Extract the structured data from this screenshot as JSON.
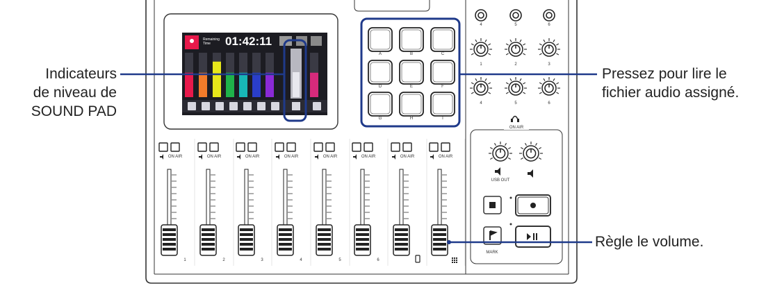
{
  "callouts": {
    "level_meters": [
      "Indicateurs",
      "de niveau de",
      "SOUND PAD"
    ],
    "pads": [
      "Pressez pour lire le",
      "fichier audio assigné."
    ],
    "volume": "Règle le volume."
  },
  "screen": {
    "remaining_label": [
      "Remaining",
      "Time"
    ],
    "time": "01:42:11"
  },
  "pads": [
    "A",
    "B",
    "C",
    "D",
    "E",
    "F",
    "G",
    "H",
    "I"
  ],
  "channel_labels": {
    "on_air": "ON AIR"
  },
  "channel_numbers": [
    "1",
    "2",
    "3",
    "4",
    "5",
    "6"
  ],
  "knobs": {
    "top_row": [
      "4",
      "5",
      "6"
    ],
    "row1": [
      "1",
      "2",
      "3"
    ],
    "row2": [
      "4",
      "5",
      "6"
    ]
  },
  "master": {
    "on_air": "ON AIR",
    "usb_out": "USB OUT",
    "mark": "MARK"
  },
  "colors": {
    "outline": "#333333",
    "highlight": "#1f3a8a",
    "meters": [
      "#e8194b",
      "#f27b2a",
      "#e6e61a",
      "#1fb24a",
      "#18b6b6",
      "#2a3ec9",
      "#8a2ad6",
      "#d62a7b"
    ]
  }
}
